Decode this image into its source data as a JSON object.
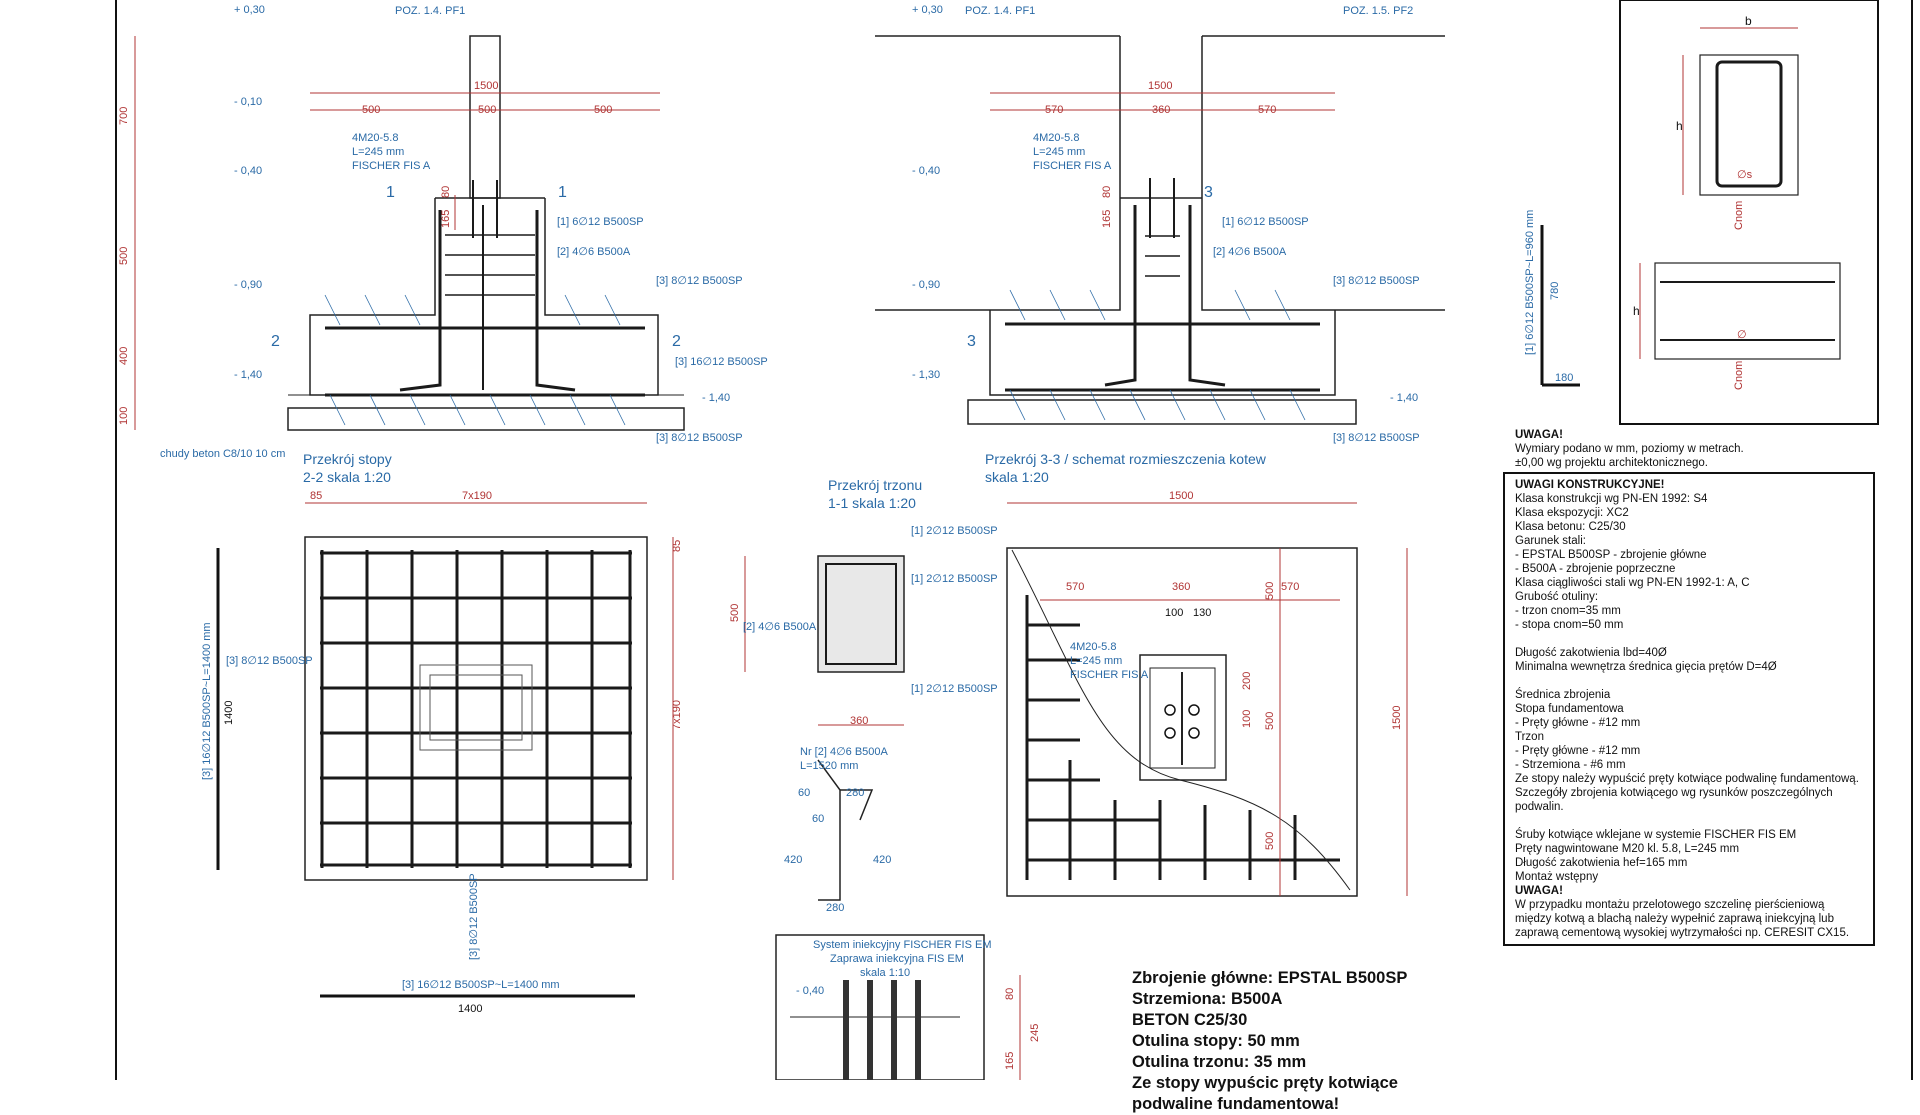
{
  "levels": {
    "left": [
      "+ 0,30",
      "- 0,10",
      "- 0,40",
      "- 0,90",
      "- 1,40",
      "- 1,40"
    ],
    "right": [
      "+ 0,30",
      "- 0,40",
      "- 0,90",
      "- 1,30",
      "- 1,40"
    ]
  },
  "section_2_2": {
    "title_1": "Przekrój stopy",
    "title_2": "2-2 skala 1:20",
    "col_label": "POZ. 1.4. PF1",
    "heights": [
      "700",
      "500",
      "400",
      "100"
    ],
    "widths": [
      "1500",
      "500",
      "500",
      "500"
    ],
    "anchor_1": "4M20-5.8",
    "anchor_2": "L=245 mm",
    "anchor_3": "FISCHER FIS A",
    "dim_80": "80",
    "dim_165": "165",
    "rebar_1": "[1] 6∅12 B500SP",
    "rebar_2": "[2] 4∅6 B500A",
    "rebar_3": "[3] 8∅12 B500SP",
    "rebar_3b": "[3] 16∅12 B500SP",
    "rebar_3c": "[3] 8∅12 B500SP",
    "marker_1": "1",
    "marker_2": "2",
    "lean_concrete": "chudy beton C8/10 10 cm"
  },
  "section_3_3": {
    "title_1": "Przekrój  3-3 / schemat rozmieszczenia kotew",
    "title_2": "skala 1:20",
    "col_label_1": "POZ. 1.4. PF1",
    "col_label_2": "POZ. 1.5. PF2",
    "widths": [
      "1500",
      "570",
      "360",
      "570"
    ],
    "anchor_1": "4M20-5.8",
    "anchor_2": "L=245 mm",
    "anchor_3": "FISCHER FIS A",
    "dim_80": "80",
    "dim_165": "165",
    "rebar_1": "[1] 6∅12 B500SP",
    "rebar_2": "[2] 4∅6 B500A",
    "rebar_3": "[3] 8∅12 B500SP",
    "rebar_3c": "[3] 8∅12 B500SP",
    "marker_3": "3"
  },
  "plan_left": {
    "top_dims": [
      "85",
      "7x190"
    ],
    "right_dims": [
      "85",
      "7x190"
    ],
    "bar_label_1": "[3] 8∅12 B500SP",
    "bar_label_2": "[3] 16∅12 B500SP~L=1400 mm",
    "bar_label_3": "[3] 8∅12 B500SP",
    "bottom_bar": "[3] 16∅12 B500SP~L=1400 mm",
    "bottom_dim": "1400",
    "side_dim": "1400"
  },
  "section_1_1": {
    "title_1": "Przekrój trzonu",
    "title_2": "1-1 skala 1:20",
    "r1": "[1] 2∅12 B500SP",
    "r2": "[1] 2∅12 B500SP",
    "r3": "[1] 2∅12 B500SP",
    "r4": "[2] 4∅6 B500A",
    "height": "500",
    "width": "360",
    "stirrup_1": "Nr [2] 4∅6 B500A",
    "stirrup_2": "L=1520 mm",
    "s_60a": "60",
    "s_280a": "280",
    "s_60b": "60",
    "s_420a": "420",
    "s_420b": "420",
    "s_280b": "280"
  },
  "plan_right": {
    "width_total": "1500",
    "widths": [
      "570",
      "360",
      "570"
    ],
    "plate_dims": [
      "100",
      "130"
    ],
    "v_dims": [
      "500",
      "200",
      "100",
      "500",
      "500"
    ],
    "height_total": "1500",
    "anchor_1": "4M20-5.8",
    "anchor_2": "L=245 mm",
    "anchor_3": "FISCHER FIS A"
  },
  "injection": {
    "title_1": "System iniekcyjny FISCHER FIS EM",
    "title_2": "Zaprawa iniekcyjna FIS EM",
    "title_3": "skala 1:10",
    "level": "- 0,40",
    "dims": [
      "80",
      "245",
      "165"
    ]
  },
  "stirrup_detail": {
    "label_b": "b",
    "label_h": "h",
    "label_h2": "h",
    "label_phi": "∅s",
    "label_phi2": "∅",
    "label_c1": "Cnom",
    "label_c2": "Cnom",
    "bar_label": "[1] 6∅12 B500SP~L=960 mm",
    "dim_780": "780",
    "dim_180": "180"
  },
  "uwaga_top": {
    "heading": "UWAGA!",
    "lines": [
      "Wymiary podano w mm, poziomy w metrach.",
      "±0,00 wg projektu architektonicznego."
    ]
  },
  "notes": {
    "heading": "UWAGI KONSTRUKCYJNE!",
    "lines": [
      "Klasa konstrukcji wg PN-EN 1992: S4",
      "Klasa ekspozycji: XC2",
      "Klasa betonu: C25/30",
      "Garunek stali:",
      "- EPSTAL B500SP - zbrojenie główne",
      "- B500A - zbrojenie poprzeczne",
      "Klasa ciągliwości stali wg PN-EN 1992-1: A, C",
      "Grubość otuliny:",
      "- trzon cnom=35 mm",
      "- stopa cnom=50 mm",
      "",
      "Długość zakotwienia lbd=40Ø",
      "Minimalna wewnętrza średnica gięcia prętów D=4Ø",
      "",
      "Średnica zbrojenia",
      "Stopa fundamentowa",
      "- Pręty główne    - #12 mm",
      "Trzon",
      "- Pręty główne    - #12 mm",
      "- Strzemiona      - #6 mm",
      "Ze stopy należy wypuścić pręty kotwiące podwalinę fundamentową.",
      "Szczegóły zbrojenia kotwiącego wg rysunków poszczególnych",
      "podwalin.",
      "",
      "Śruby kotwiące wklejane w systemie FISCHER FIS EM",
      "Pręty nagwintowane M20 kl. 5.8, L=245 mm",
      "Długość zakotwienia hef=165 mm",
      "Montaż wstępny"
    ],
    "heading2": "UWAGA!",
    "lines2": [
      "W przypadku montażu przelotowego szczelinę pierścieniową",
      "między kotwą a blachą należy wypełnić zaprawą iniekcyjną lub",
      "zaprawą cementową wysokiej wytrzymałości np. CERESIT CX15."
    ]
  },
  "summary": {
    "lines": [
      "Zbrojenie główne: EPSTAL B500SP",
      "Strzemiona: B500A",
      "BETON C25/30",
      "Otulina stopy: 50 mm",
      "Otulina trzonu: 35 mm",
      "Ze stopy wypuścic pręty kotwiące",
      "podwaline fundamentowa!"
    ]
  },
  "colors": {
    "rebar": "#1a1a1a",
    "dim": "#b03434",
    "label": "#2a6aa6",
    "line": "#222222"
  }
}
